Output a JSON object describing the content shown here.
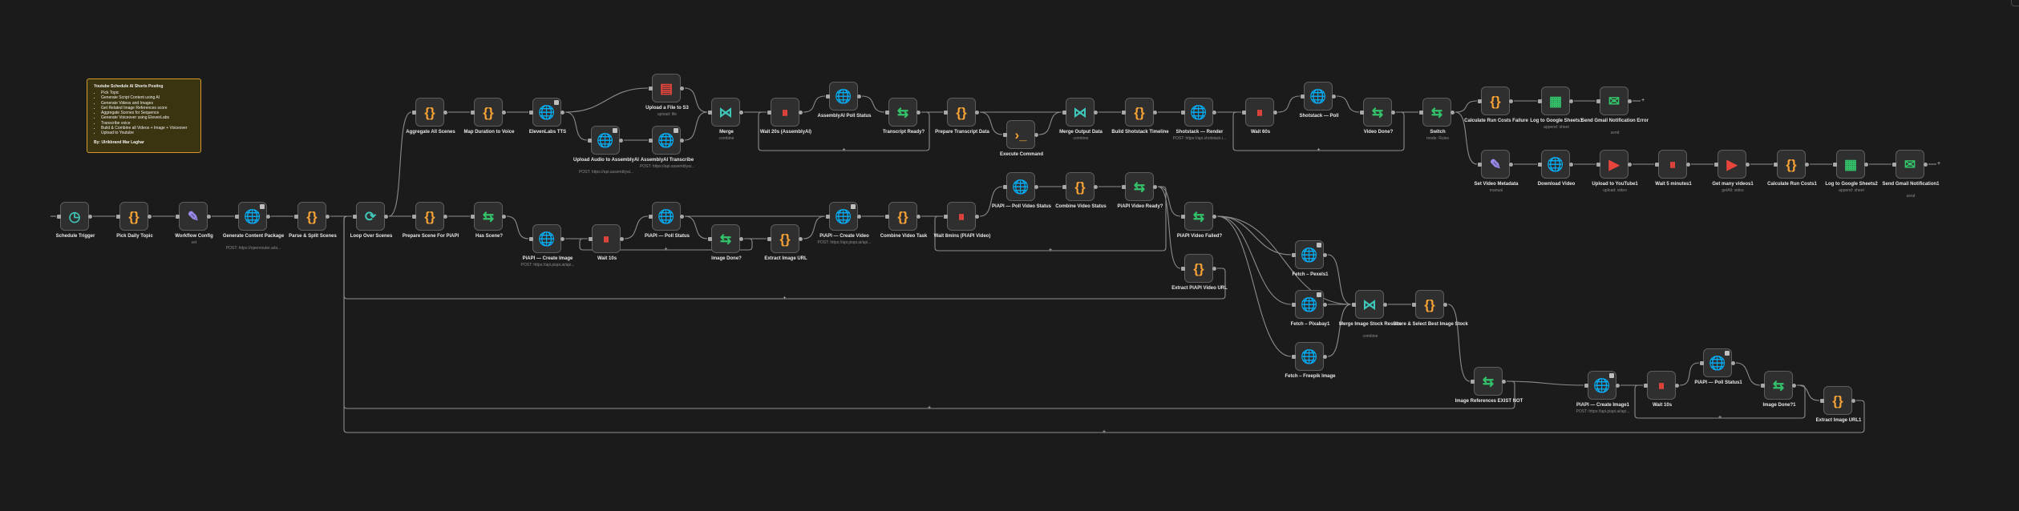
{
  "sticky": {
    "title": "Youtube Schedule AI Shorts Posting",
    "items": [
      "Pick Topic",
      "Generate Script Content using AI",
      "Generate Videos and Images",
      "Get Related Image References score",
      "Aggregate Scenes for Sequence",
      "Generate Voiceover using ElevenLabs",
      "Transcribe voice",
      "Build & Combine all Videos + Image + Voiceover",
      "Upload to Youtube"
    ],
    "author": "By: Ulrikbrand Mar Laghar"
  },
  "colors": {
    "orange": "#f7a335",
    "purple": "#9d8cf2",
    "teal": "#3ec7b8",
    "green": "#33c46b",
    "red": "#e8453c",
    "gray": "#cfcfcf"
  },
  "nodes": [
    {
      "id": "schedule-trigger",
      "label": "Schedule Trigger",
      "sub": "",
      "icon": "clock-icon",
      "glyph": "◷",
      "color": "#3ec7b8"
    },
    {
      "id": "pick-daily-topic",
      "label": "Pick Daily Topic",
      "sub": "",
      "icon": "code-braces-icon",
      "glyph": "{}",
      "color": "#f7a335"
    },
    {
      "id": "workflow-config",
      "label": "Workflow Config",
      "sub": "set",
      "icon": "pencil-icon",
      "glyph": "✎",
      "color": "#9d8cf2"
    },
    {
      "id": "generate-content-package",
      "label": "Generate Content Package",
      "sub": "POST: https://openrouter.ai/a...",
      "icon": "globe-icon",
      "glyph": "🌐",
      "color": "#9d8cf2"
    },
    {
      "id": "parse-split-scenes",
      "label": "Parse & Split Scenes",
      "sub": "",
      "icon": "code-braces-icon",
      "glyph": "{}",
      "color": "#f7a335"
    },
    {
      "id": "loop-over-scenes",
      "label": "Loop Over Scenes",
      "sub": "",
      "icon": "loop-icon",
      "glyph": "⟳",
      "color": "#3ec7b8"
    },
    {
      "id": "aggregate-all-scenes",
      "label": "Aggregate All Scenes",
      "sub": "",
      "icon": "code-braces-icon",
      "glyph": "{}",
      "color": "#f7a335"
    },
    {
      "id": "map-duration-to-voice",
      "label": "Map Duration to Voice",
      "sub": "",
      "icon": "code-braces-icon",
      "glyph": "{}",
      "color": "#f7a335"
    },
    {
      "id": "elevenlabs-tts",
      "label": "ElevenLabs TTS",
      "sub": "",
      "icon": "globe-icon",
      "glyph": "🌐",
      "color": "#9d8cf2"
    },
    {
      "id": "upload-file-s3",
      "label": "Upload a File to S3",
      "sub": "upload: file",
      "icon": "s3-bucket-icon",
      "glyph": "▤",
      "color": "#e8453c"
    },
    {
      "id": "upload-audio-assemblyai",
      "label": "Upload Audio to AssemblyAI",
      "sub": "POST: https://api.assemblyai...",
      "icon": "globe-icon",
      "glyph": "🌐",
      "color": "#9d8cf2"
    },
    {
      "id": "assemblyai-transcribe",
      "label": "AssemblyAI Transcribe",
      "sub": "POST: https://api.assemblyai...",
      "icon": "globe-icon",
      "glyph": "🌐",
      "color": "#9d8cf2"
    },
    {
      "id": "merge-1",
      "label": "Merge",
      "sub": "combine",
      "icon": "merge-icon",
      "glyph": "⋈",
      "color": "#3ec7b8"
    },
    {
      "id": "wait-20s-assemblyai",
      "label": "Wait 20s (AssemblyAI)",
      "sub": "",
      "icon": "pause-icon",
      "glyph": "⏸",
      "color": "#e8453c"
    },
    {
      "id": "assemblyai-poll-status",
      "label": "AssemblyAI Poll Status",
      "sub": "",
      "icon": "globe-icon",
      "glyph": "🌐",
      "color": "#9d8cf2"
    },
    {
      "id": "transcript-ready",
      "label": "Transcript Ready?",
      "sub": "",
      "icon": "signpost-icon",
      "glyph": "⇆",
      "color": "#33c46b"
    },
    {
      "id": "prepare-transcript-data",
      "label": "Prepare Transcript Data",
      "sub": "",
      "icon": "code-braces-icon",
      "glyph": "{}",
      "color": "#f7a335"
    },
    {
      "id": "execute-command",
      "label": "Execute Command",
      "sub": "",
      "icon": "terminal-icon",
      "glyph": "›_",
      "color": "#f7a335"
    },
    {
      "id": "merge-output-data",
      "label": "Merge Output Data",
      "sub": "combine",
      "icon": "merge-icon",
      "glyph": "⋈",
      "color": "#3ec7b8"
    },
    {
      "id": "build-shotstack-timeline",
      "label": "Build Shotstack Timeline",
      "sub": "",
      "icon": "code-braces-icon",
      "glyph": "{}",
      "color": "#f7a335"
    },
    {
      "id": "shotstack-render",
      "label": "Shotstack — Render",
      "sub": "POST: https://api.shotstack.i...",
      "icon": "globe-icon",
      "glyph": "🌐",
      "color": "#9d8cf2"
    },
    {
      "id": "wait-60s",
      "label": "Wait 60s",
      "sub": "",
      "icon": "pause-icon",
      "glyph": "⏸",
      "color": "#e8453c"
    },
    {
      "id": "shotstack-poll",
      "label": "Shotstack — Poll",
      "sub": "",
      "icon": "globe-icon",
      "glyph": "🌐",
      "color": "#9d8cf2"
    },
    {
      "id": "video-done",
      "label": "Video Done?",
      "sub": "",
      "icon": "signpost-icon",
      "glyph": "⇆",
      "color": "#33c46b"
    },
    {
      "id": "switch",
      "label": "Switch",
      "sub": "mode: Rules",
      "icon": "signpost-icon",
      "glyph": "⇆",
      "color": "#33c46b"
    },
    {
      "id": "calculate-run-costs-failure",
      "label": "Calculate Run Costs Failure",
      "sub": "",
      "icon": "code-braces-icon",
      "glyph": "{}",
      "color": "#f7a335"
    },
    {
      "id": "log-google-sheets-1",
      "label": "Log to Google Sheets1",
      "sub": "append: sheet",
      "icon": "sheets-icon",
      "glyph": "▦",
      "color": "#33c46b"
    },
    {
      "id": "send-gmail-error",
      "label": "Send Gmail Notification Error",
      "sub": "send",
      "icon": "mail-icon",
      "glyph": "✉",
      "color": "#33c46b"
    },
    {
      "id": "set-video-metadata",
      "label": "Set Video Metadata",
      "sub": "manual",
      "icon": "pencil-icon",
      "glyph": "✎",
      "color": "#9d8cf2"
    },
    {
      "id": "download-video",
      "label": "Download Video",
      "sub": "",
      "icon": "globe-icon",
      "glyph": "🌐",
      "color": "#9d8cf2"
    },
    {
      "id": "upload-to-youtube",
      "label": "Upload to YouTube1",
      "sub": "upload: video",
      "icon": "youtube-icon",
      "glyph": "▶",
      "color": "#e8453c"
    },
    {
      "id": "wait-5-minutes",
      "label": "Wait 5 minutes1",
      "sub": "",
      "icon": "pause-icon",
      "glyph": "⏸",
      "color": "#e8453c"
    },
    {
      "id": "get-many-videos",
      "label": "Get many videos1",
      "sub": "getAll: video",
      "icon": "youtube-icon",
      "glyph": "▶",
      "color": "#e8453c"
    },
    {
      "id": "calculate-run-costs",
      "label": "Calculate Run Costs1",
      "sub": "",
      "icon": "code-braces-icon",
      "glyph": "{}",
      "color": "#f7a335"
    },
    {
      "id": "log-google-sheets-2",
      "label": "Log to Google Sheets2",
      "sub": "append: sheet",
      "icon": "sheets-icon",
      "glyph": "▦",
      "color": "#33c46b"
    },
    {
      "id": "send-gmail-notification",
      "label": "Send Gmail Notification1",
      "sub": "send",
      "icon": "mail-icon",
      "glyph": "✉",
      "color": "#33c46b"
    },
    {
      "id": "prepare-scene-piapi",
      "label": "Prepare Scene For PiAPI",
      "sub": "",
      "icon": "code-braces-icon",
      "glyph": "{}",
      "color": "#f7a335"
    },
    {
      "id": "has-scene",
      "label": "Has Scene?",
      "sub": "",
      "icon": "signpost-icon",
      "glyph": "⇆",
      "color": "#33c46b"
    },
    {
      "id": "piapi-create-image",
      "label": "PiAPI — Create Image",
      "sub": "POST: https://api.piapi.ai/api...",
      "icon": "globe-icon",
      "glyph": "🌐",
      "color": "#9d8cf2"
    },
    {
      "id": "wait-10s",
      "label": "Wait 10s",
      "sub": "",
      "icon": "pause-icon",
      "glyph": "⏸",
      "color": "#e8453c"
    },
    {
      "id": "piapi-poll-status",
      "label": "PiAPI — Poll Status",
      "sub": "",
      "icon": "globe-icon",
      "glyph": "🌐",
      "color": "#9d8cf2"
    },
    {
      "id": "image-done",
      "label": "Image Done?",
      "sub": "",
      "icon": "signpost-icon",
      "glyph": "⇆",
      "color": "#33c46b"
    },
    {
      "id": "extract-image-url",
      "label": "Extract Image URL",
      "sub": "",
      "icon": "code-braces-icon",
      "glyph": "{}",
      "color": "#f7a335"
    },
    {
      "id": "piapi-create-video",
      "label": "PiAPI — Create Video",
      "sub": "POST: https://api.piapi.ai/api...",
      "icon": "globe-icon",
      "glyph": "🌐",
      "color": "#9d8cf2"
    },
    {
      "id": "combine-video-task",
      "label": "Combine Video Task",
      "sub": "",
      "icon": "code-braces-icon",
      "glyph": "{}",
      "color": "#f7a335"
    },
    {
      "id": "wait-8mins-video",
      "label": "Wait 8mins (PiAPI Video)",
      "sub": "",
      "icon": "pause-icon",
      "glyph": "⏸",
      "color": "#e8453c"
    },
    {
      "id": "piapi-poll-video-status",
      "label": "PiAPI — Poll Video Status",
      "sub": "",
      "icon": "globe-icon",
      "glyph": "🌐",
      "color": "#9d8cf2"
    },
    {
      "id": "combine-video-status",
      "label": "Combine Video Status",
      "sub": "",
      "icon": "code-braces-icon",
      "glyph": "{}",
      "color": "#f7a335"
    },
    {
      "id": "piapi-video-ready",
      "label": "PiAPI Video Ready?",
      "sub": "",
      "icon": "signpost-icon",
      "glyph": "⇆",
      "color": "#33c46b"
    },
    {
      "id": "piapi-video-failed",
      "label": "PiAPI Video Failed?",
      "sub": "",
      "icon": "signpost-icon",
      "glyph": "⇆",
      "color": "#33c46b"
    },
    {
      "id": "extract-piapi-video-url",
      "label": "Extract PiAPI Video URL",
      "sub": "",
      "icon": "code-braces-icon",
      "glyph": "{}",
      "color": "#f7a335"
    },
    {
      "id": "fetch-pexels",
      "label": "Fetch – Pexels1",
      "sub": "",
      "icon": "globe-icon",
      "glyph": "🌐",
      "color": "#9d8cf2"
    },
    {
      "id": "fetch-pixabay",
      "label": "Fetch – Pixabay1",
      "sub": "",
      "icon": "globe-icon",
      "glyph": "🌐",
      "color": "#9d8cf2"
    },
    {
      "id": "fetch-freepik",
      "label": "Fetch – Freepik Image",
      "sub": "",
      "icon": "globe-icon",
      "glyph": "🌐",
      "color": "#9d8cf2"
    },
    {
      "id": "merge-image-stock",
      "label": "Merge Image Stock Results",
      "sub": "combine",
      "icon": "merge-icon",
      "glyph": "⋈",
      "color": "#3ec7b8"
    },
    {
      "id": "score-select-best-image",
      "label": "Score & Select Best Image Stock",
      "sub": "",
      "icon": "code-braces-icon",
      "glyph": "{}",
      "color": "#f7a335"
    },
    {
      "id": "image-references-exist",
      "label": "Image References EXIST NOT",
      "sub": "",
      "icon": "signpost-icon",
      "glyph": "⇆",
      "color": "#33c46b"
    },
    {
      "id": "piapi-create-image-1",
      "label": "PiAPI — Create Image1",
      "sub": "POST: https://api.piapi.ai/api...",
      "icon": "globe-icon",
      "glyph": "🌐",
      "color": "#9d8cf2"
    },
    {
      "id": "wait-10s-1",
      "label": "Wait 10s",
      "sub": "",
      "icon": "pause-icon",
      "glyph": "⏸",
      "color": "#e8453c"
    },
    {
      "id": "piapi-poll-status-1",
      "label": "PiAPI — Poll Status1",
      "sub": "",
      "icon": "globe-icon",
      "glyph": "🌐",
      "color": "#9d8cf2"
    },
    {
      "id": "image-done-1",
      "label": "Image Done?1",
      "sub": "",
      "icon": "signpost-icon",
      "glyph": "⇆",
      "color": "#33c46b"
    },
    {
      "id": "extract-image-url-1",
      "label": "Extract Image URL1",
      "sub": "",
      "icon": "code-braces-icon",
      "glyph": "{}",
      "color": "#f7a335"
    }
  ]
}
